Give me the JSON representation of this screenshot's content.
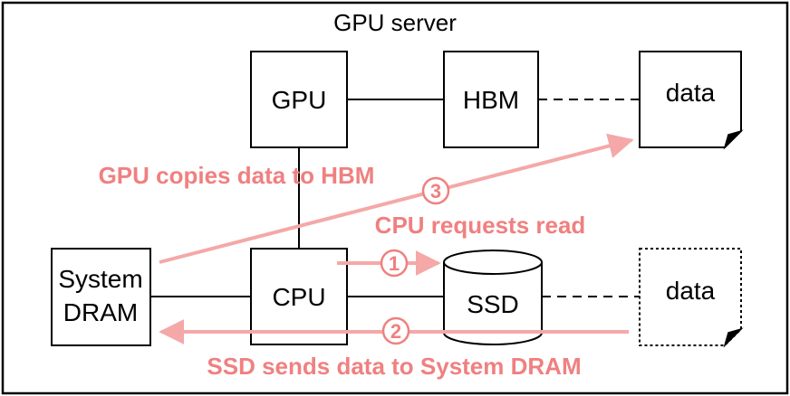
{
  "title": "GPU server",
  "components": {
    "gpu": "GPU",
    "hbm": "HBM",
    "cpu": "CPU",
    "ssd": "SSD",
    "dram_line1": "System",
    "dram_line2": "DRAM",
    "data_hbm": "data",
    "data_ssd": "data"
  },
  "steps": [
    {
      "number": "1",
      "label": "CPU requests read"
    },
    {
      "number": "2",
      "label": "SSD sends data to System DRAM"
    },
    {
      "number": "3",
      "label": "GPU copies data to HBM"
    }
  ],
  "colors": {
    "accent": "#f08080",
    "arrow": "#f4a8a8",
    "stroke": "#000000"
  }
}
